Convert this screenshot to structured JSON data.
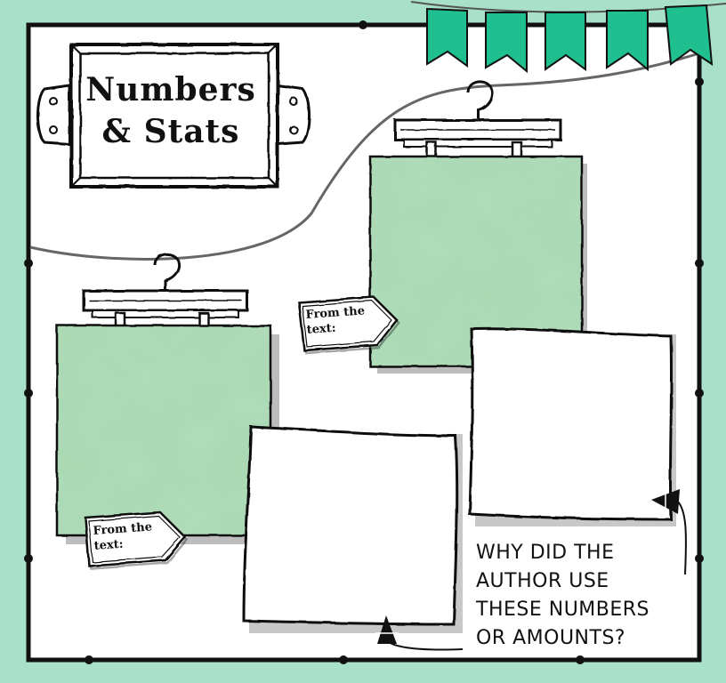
{
  "title": {
    "line1": "Numbers",
    "line2": "& Stats"
  },
  "tags": [
    {
      "line1": "From the",
      "line2": "text:"
    },
    {
      "line1": "From the",
      "line2": "text:"
    }
  ],
  "question": {
    "lines": [
      "WHY DID THE",
      "AUTHOR USE",
      "THESE NUMBERS",
      "OR AMOUNTS?"
    ]
  },
  "colors": {
    "background": "#a8e0c9",
    "bunting": "#1fbf8f",
    "paper_green": "#a8d8b2"
  }
}
